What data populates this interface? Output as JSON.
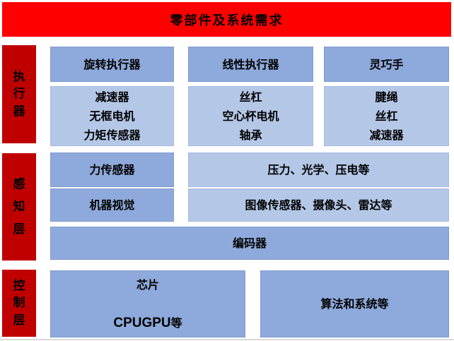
{
  "title": "零部件及系统需求",
  "colors": {
    "header_red": "#FF0000",
    "section_red": "#C00000",
    "box_blue_dark": "#8EA9DB",
    "box_blue_light": "#B4C7E7"
  },
  "sections": {
    "actuator": {
      "label": "执行器",
      "components": [
        "旋转执行器",
        "线性执行器",
        "灵巧手"
      ],
      "subcomponents": [
        "减速器\n无框电机\n力矩传感器",
        "丝杠\n空心杯电机\n轴承",
        "腱绳\n丝杠\n减速器"
      ]
    },
    "perception": {
      "label": "感知层",
      "rows": [
        {
          "component": "力传感器",
          "detail": "压力、光学、压电等"
        },
        {
          "component": "机器视觉",
          "detail": "图像传感器、摄像头、雷达等"
        }
      ],
      "encoder": "编码器"
    },
    "control": {
      "label": "控制层",
      "chip_line1": "芯片",
      "chip_line2_latin": "CPUGPU",
      "chip_line2_suffix": "等",
      "algorithm": "算法和系统等"
    }
  }
}
